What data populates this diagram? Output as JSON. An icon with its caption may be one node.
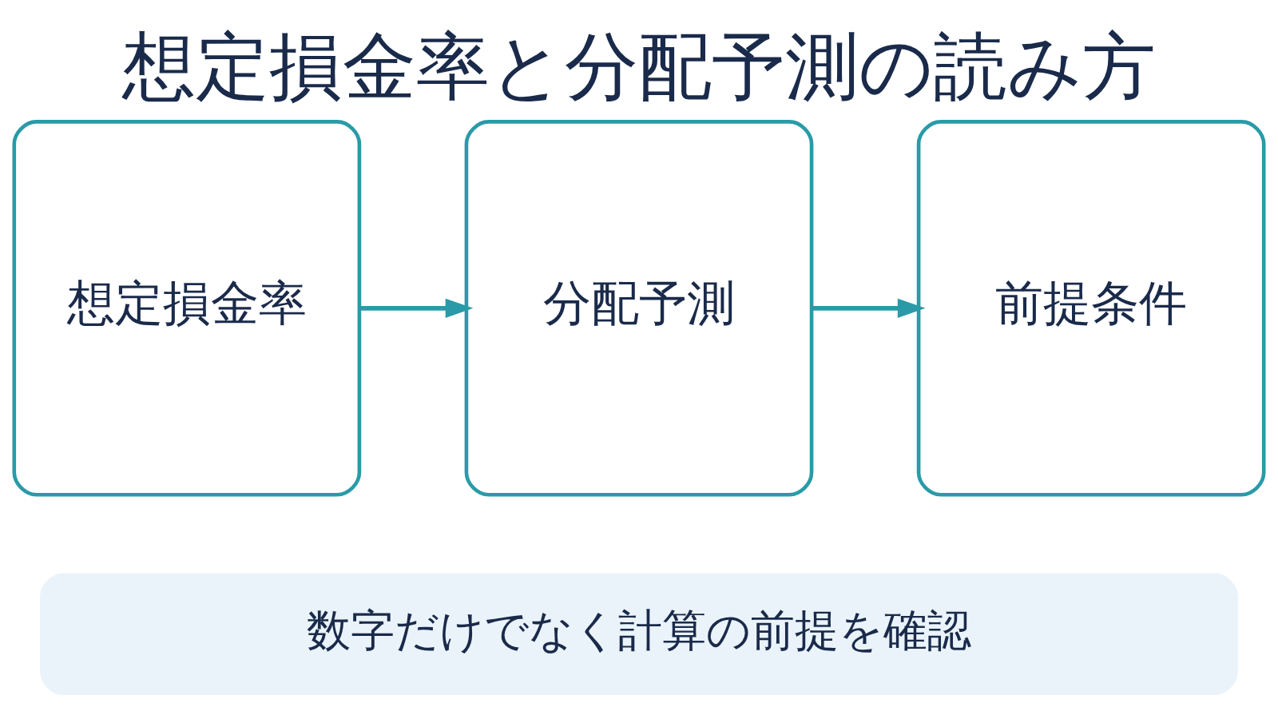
{
  "diagram": {
    "title": "想定損金率と分配予測の読み方",
    "nodes": [
      {
        "text": [
          "想定損金率"
        ]
      },
      {
        "text": [
          "分配予測"
        ]
      },
      {
        "text": [
          "前提条件"
        ]
      },
      {
        "text": [
          "数字だけでなく計算の前提を確認"
        ]
      }
    ],
    "edges": [
      {
        "from": 0,
        "to": 1,
        "arrow": "to"
      },
      {
        "from": 1,
        "to": 2,
        "arrow": "to"
      }
    ]
  }
}
